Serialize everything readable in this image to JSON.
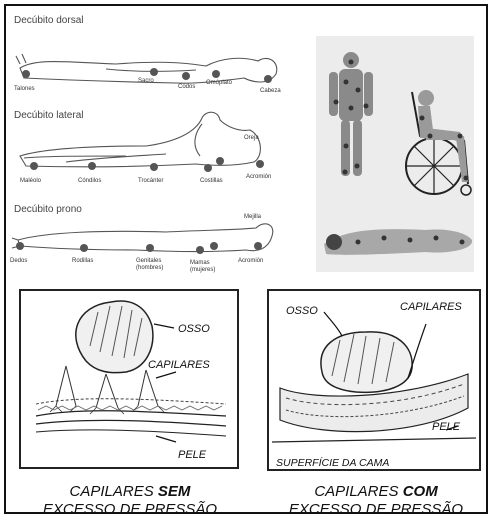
{
  "positions": {
    "dorsal": {
      "title": "Decúbito dorsal",
      "labels": [
        "Talones",
        "Sacro",
        "Codos",
        "Omóplato",
        "Cabeza"
      ]
    },
    "lateral": {
      "title": "Decúbito lateral",
      "labels": [
        "Oreja",
        "Maléolo",
        "Cóndilos",
        "Trocánter",
        "Costillas",
        "Acromión"
      ]
    },
    "prono": {
      "title": "Decúbito prono",
      "labels": [
        "Mejilla",
        "Dedos",
        "Rodillas",
        "Genitales",
        "(hombres)",
        "Mamas",
        "(mujeres)",
        "Acromión"
      ]
    }
  },
  "left_panel": {
    "labels": {
      "bone": "OSSO",
      "capillaries": "CAPILARES",
      "skin": "PELE"
    },
    "caption_line1_a": "CAPILARES ",
    "caption_line1_b": "SEM",
    "caption_line2": "EXCESSO DE PRESSÃO"
  },
  "right_panel": {
    "labels": {
      "bone": "OSSO",
      "capillaries": "CAPILARES",
      "skin": "PELE",
      "surface": "SUPERFÍCIE DA CAMA"
    },
    "caption_line1_a": "CAPILARES ",
    "caption_line1_b": "COM",
    "caption_line2": "EXCESSO DE PRESSÃO"
  },
  "colors": {
    "ink": "#111111",
    "sketch": "#555555",
    "photo_bg": "#d9d9d9"
  }
}
